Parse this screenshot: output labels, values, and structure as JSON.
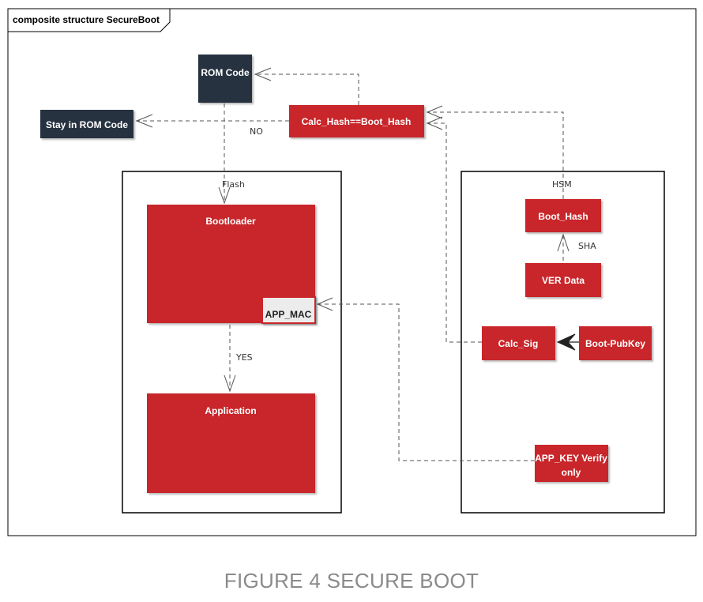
{
  "frame": {
    "title": "composite structure SecureBoot"
  },
  "colors": {
    "red_block": "#c8282b",
    "dark_block": "#263340",
    "arrow": "#555555",
    "frame_border": "#000000",
    "caption": "#8a8a8a"
  },
  "nodes": {
    "rom_code": "ROM Code",
    "stay_in_rom": "Stay in ROM Code",
    "calc_hash": "Calc_Hash==Boot_Hash",
    "bootloader": "Bootloader",
    "app_mac": "APP_MAC",
    "application": "Application",
    "boot_hash": "Boot_Hash",
    "ver_data": "VER Data",
    "calc_sig": "Calc_Sig",
    "boot_pubkey": "Boot-PubKey",
    "app_key_verify_line1": "APP_KEY Verify",
    "app_key_verify_line2": "only"
  },
  "labels": {
    "no": "NO",
    "flash": "Flash",
    "yes": "YES",
    "hsm": "HSM",
    "sha": "SHA"
  },
  "caption": "FIGURE 4 SECURE BOOT"
}
